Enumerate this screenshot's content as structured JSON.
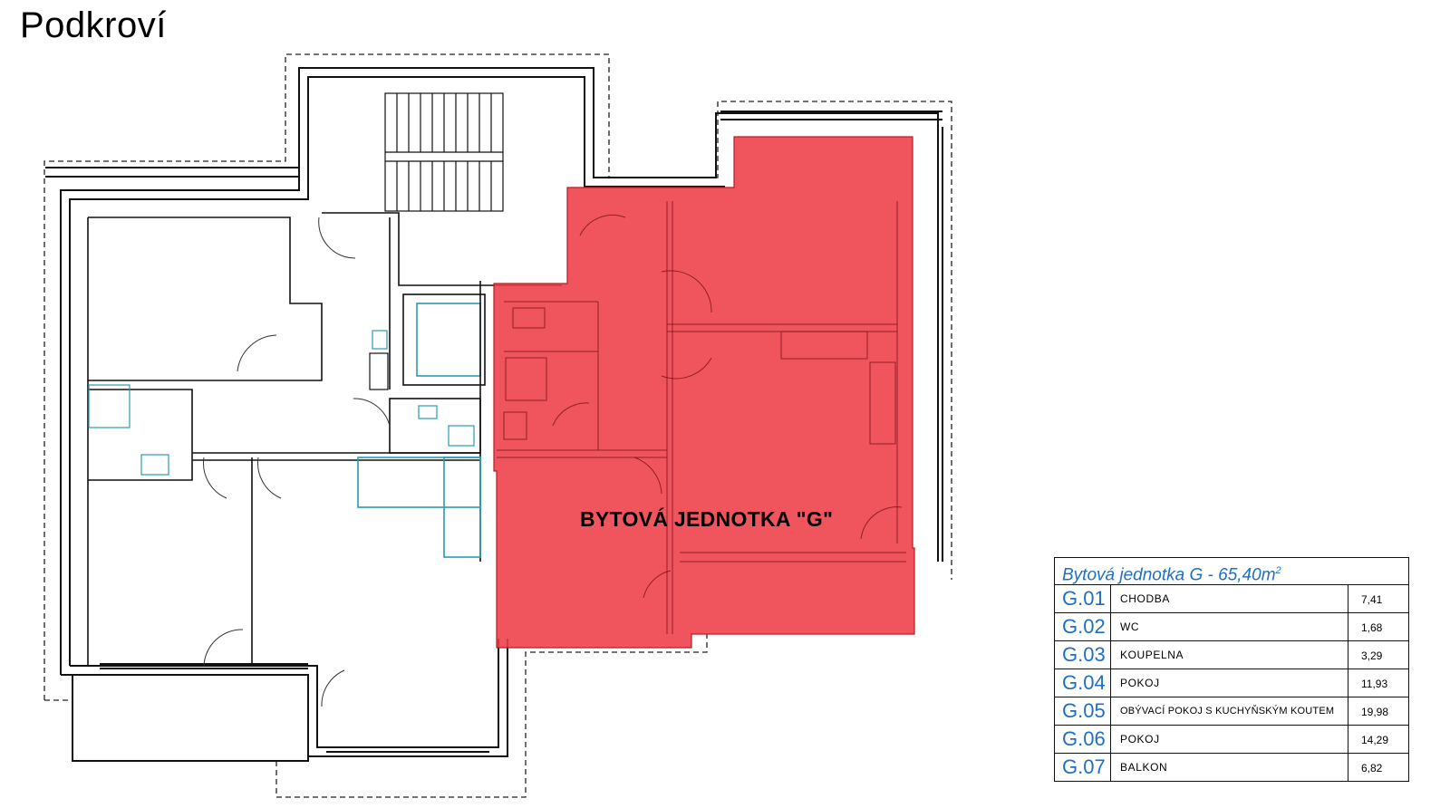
{
  "page": {
    "title": "Podkroví"
  },
  "plan": {
    "unit_label": "BYTOVÁ JEDNOTKA \"G\""
  },
  "legend": {
    "header_text": "Bytová jednotka G - 65,40m",
    "header_unit_sup": "2",
    "rows": [
      {
        "code": "G.01",
        "name": "CHODBA",
        "area": "7,41"
      },
      {
        "code": "G.02",
        "name": "WC",
        "area": "1,68"
      },
      {
        "code": "G.03",
        "name": "KOUPELNA",
        "area": "3,29"
      },
      {
        "code": "G.04",
        "name": "POKOJ",
        "area": "11,93"
      },
      {
        "code": "G.05",
        "name": "OBÝVACÍ POKOJ S KUCHYŇSKÝM KOUTEM",
        "area": "19,98"
      },
      {
        "code": "G.06",
        "name": "POKOJ",
        "area": "14,29"
      },
      {
        "code": "G.07",
        "name": "BALKON",
        "area": "6,82"
      }
    ]
  },
  "colors": {
    "unit_highlight": "#ee3e48",
    "wall": "#111111",
    "fixture": "#2a9bb0",
    "legend_code": "#1f6fc0"
  }
}
